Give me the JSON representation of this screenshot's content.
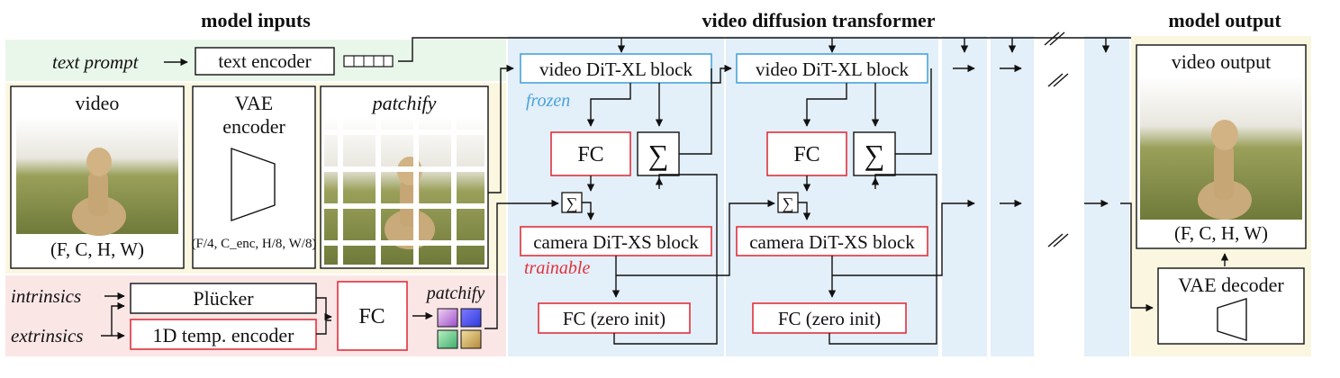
{
  "headings": {
    "inputs": "model inputs",
    "transformer": "video diffusion transformer",
    "output": "model output"
  },
  "inputs": {
    "text_prompt": "text prompt",
    "text_encoder": "text encoder",
    "video_label": "video",
    "video_shape": "(F, C, H, W)",
    "vae_encoder_line1": "VAE",
    "vae_encoder_line2": "encoder",
    "vae_shape": "(F/4, C_enc, H/8, W/8)",
    "patchify": "patchify",
    "intrinsics": "intrinsics",
    "extrinsics": "extrinsics",
    "plucker": "Plücker",
    "temporal_encoder": "1D temp. encoder",
    "fc": "FC",
    "patchify2": "patchify"
  },
  "transformer": {
    "dit_xl_block": "video DiT-XL block",
    "frozen": "frozen",
    "fc": "FC",
    "sum": "∑",
    "camera_block": "camera DiT-XS block",
    "trainable": "trainable",
    "fc_zero": "FC (zero init)"
  },
  "output": {
    "video_output": "video output",
    "output_shape": "(F, C, H, W)",
    "vae_decoder": "VAE decoder"
  },
  "colors": {
    "text_band": "#e9f6ea",
    "input_band": "#fbf6df",
    "camera_band": "#fbe6e6",
    "transformer_col": "#e3eff9",
    "frozen_accent": "#4aa3d8",
    "trainable_accent": "#e0313b"
  }
}
